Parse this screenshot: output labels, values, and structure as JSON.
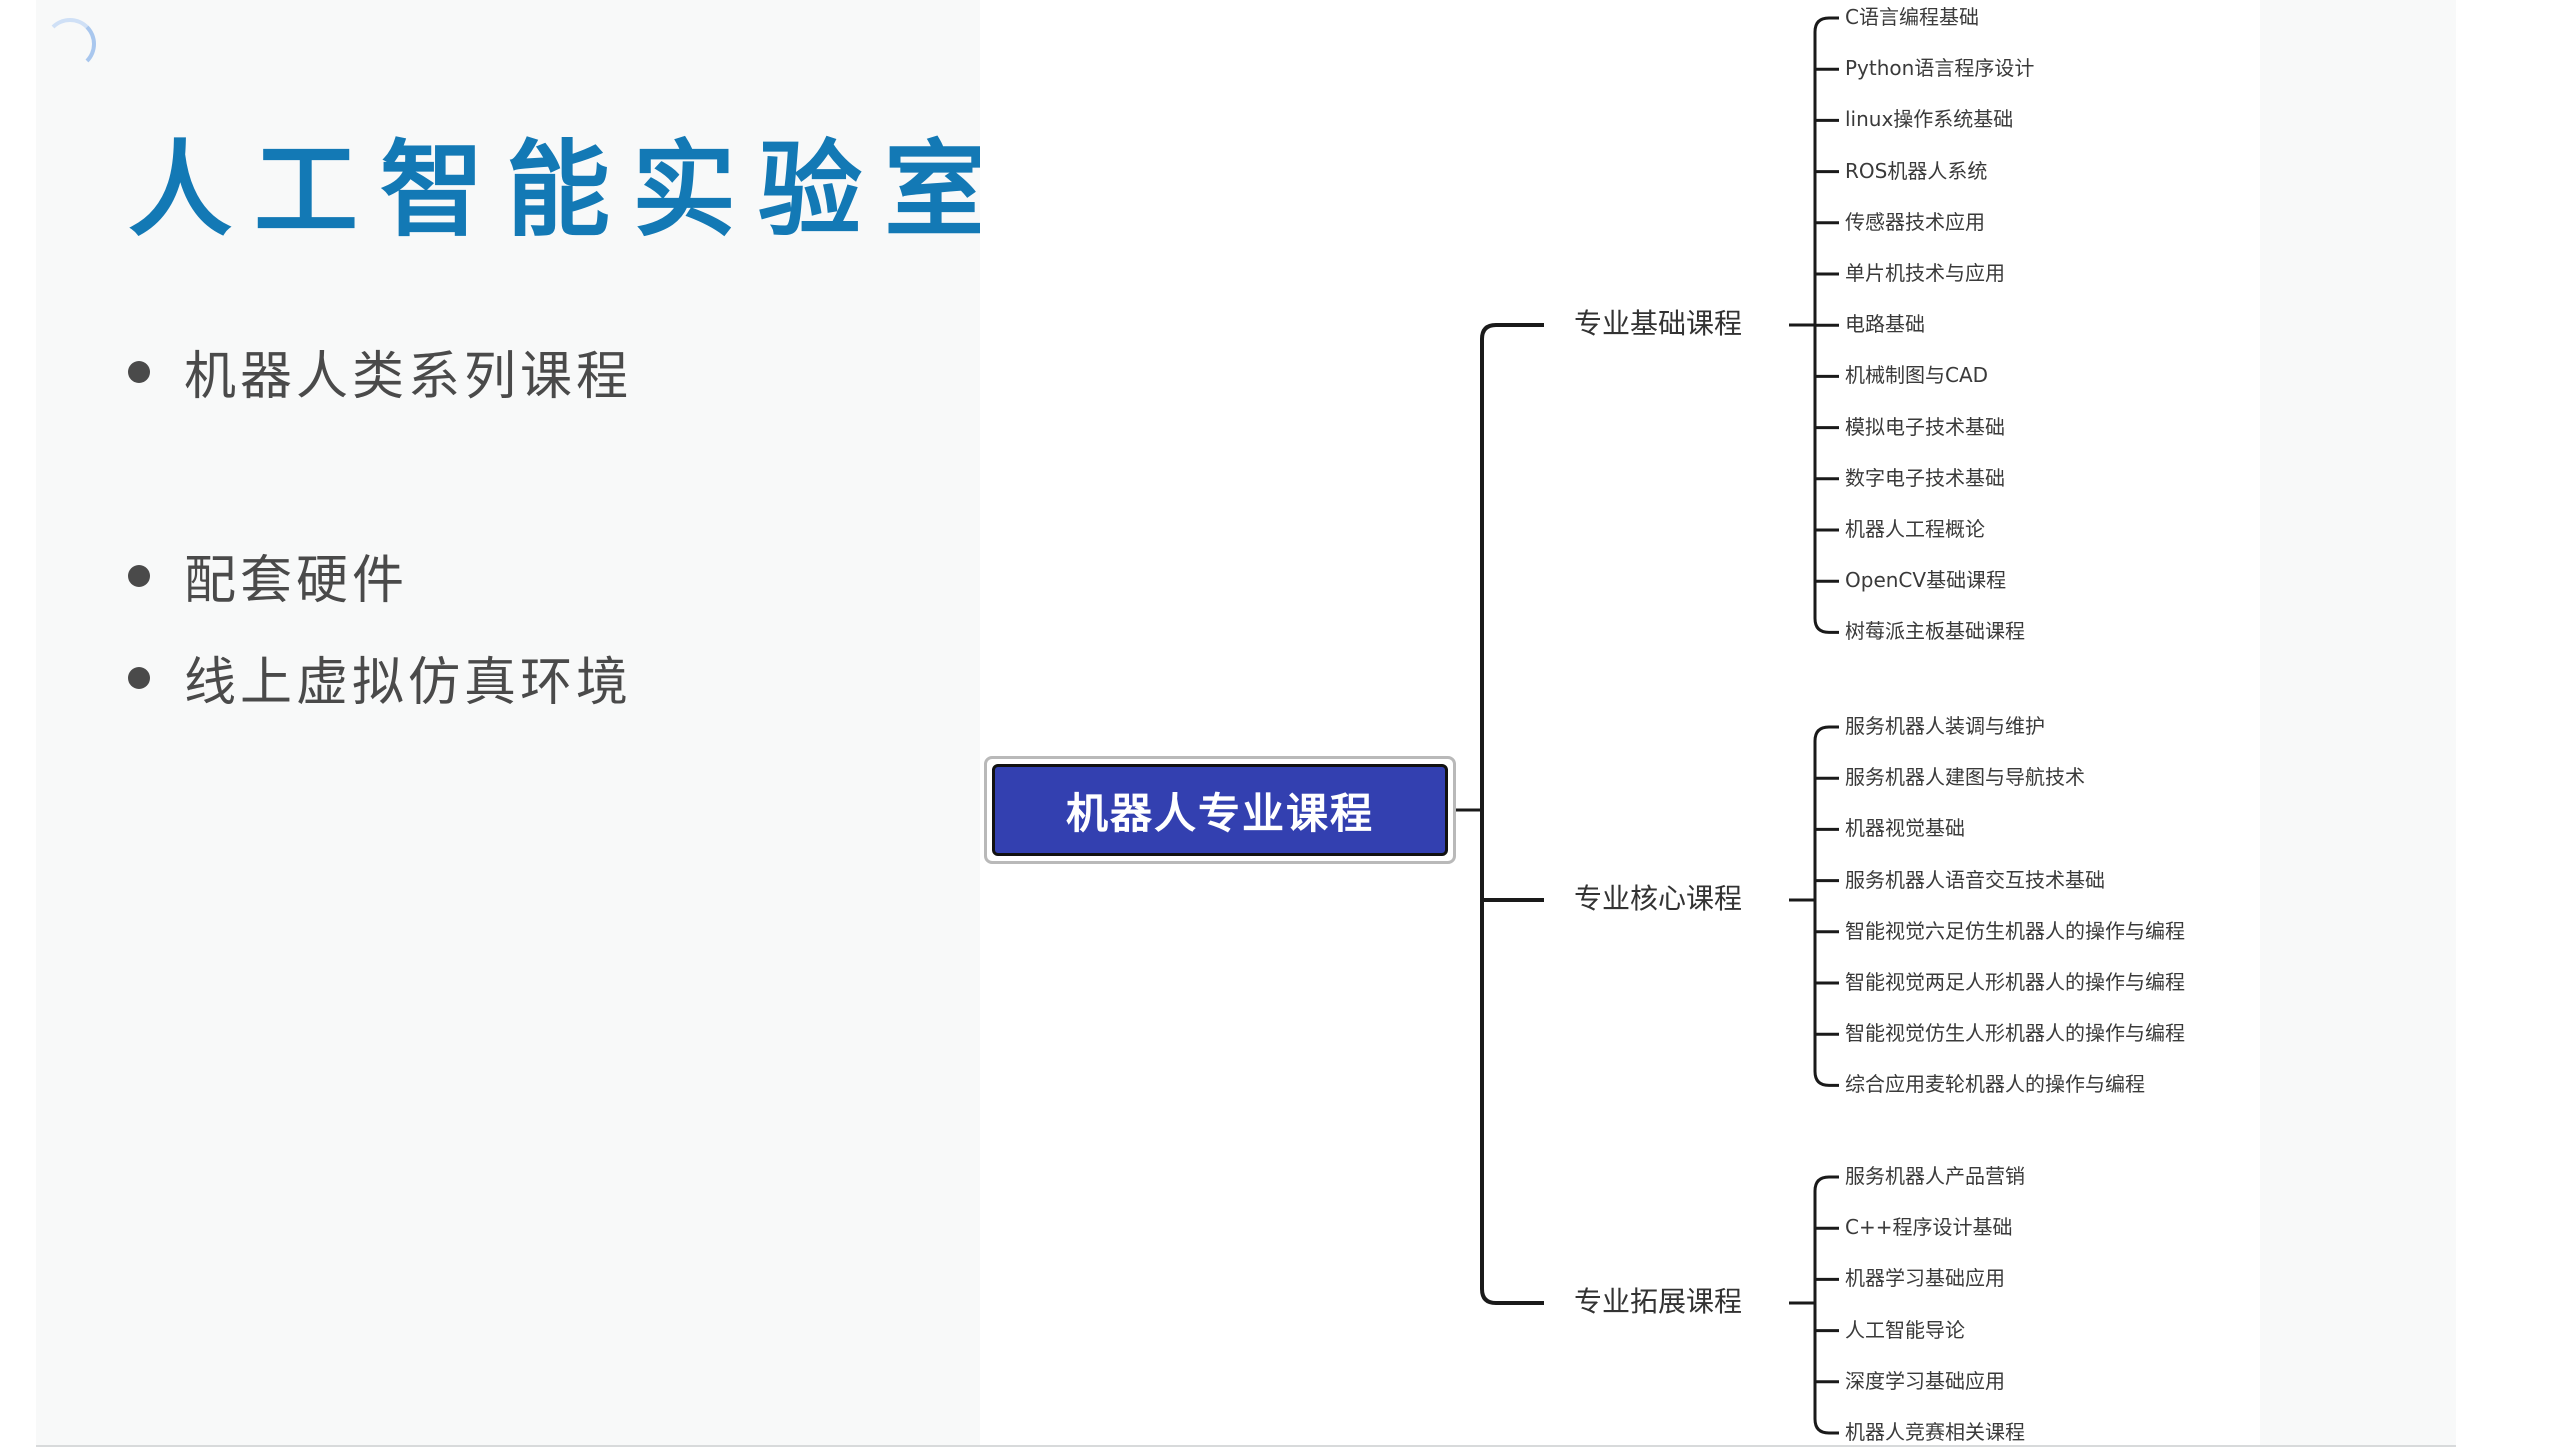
{
  "title": "人工智能实验室",
  "bullets": [
    "机器人类系列课程",
    "配套硬件",
    "线上虚拟仿真环境"
  ],
  "mindmap": {
    "root": "机器人专业课程",
    "branches": [
      {
        "label": "专业基础课程",
        "leaves": [
          "C语言编程基础",
          "Python语言程序设计",
          "linux操作系统基础",
          "ROS机器人系统",
          "传感器技术应用",
          "单片机技术与应用",
          "电路基础",
          "机械制图与CAD",
          "模拟电子技术基础",
          "数字电子技术基础",
          "机器人工程概论",
          "OpenCV基础课程",
          "树莓派主板基础课程"
        ]
      },
      {
        "label": "专业核心课程",
        "leaves": [
          "服务机器人装调与维护",
          "服务机器人建图与导航技术",
          "机器视觉基础",
          "服务机器人语音交互技术基础",
          "智能视觉六足仿生机器人的操作与编程",
          "智能视觉两足人形机器人的操作与编程",
          "智能视觉仿生人形机器人的操作与编程",
          "综合应用麦轮机器人的操作与编程"
        ]
      },
      {
        "label": "专业拓展课程",
        "leaves": [
          "服务机器人产品营销",
          "C++程序设计基础",
          "机器学习基础应用",
          "人工智能导论",
          "深度学习基础应用",
          "机器人竞赛相关课程"
        ]
      }
    ]
  }
}
